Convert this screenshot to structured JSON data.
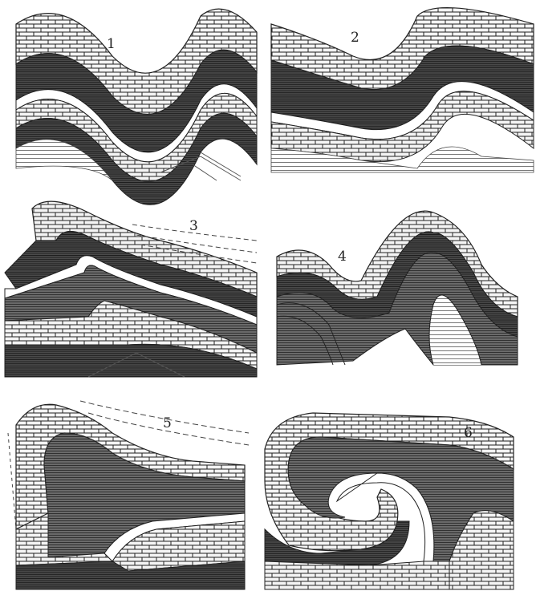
{
  "panels": [
    {
      "label": "1"
    },
    {
      "label": "2"
    },
    {
      "label": "3"
    },
    {
      "label": "4"
    },
    {
      "label": "5"
    },
    {
      "label": "6"
    }
  ],
  "colors": {
    "ink": "#1e1e1e",
    "dark_band": "#3c3c3c",
    "mid_band": "#6d6d6d",
    "light_band": "#cfcfcf",
    "brick": "#f4f4f4",
    "paper": "#ffffff"
  }
}
